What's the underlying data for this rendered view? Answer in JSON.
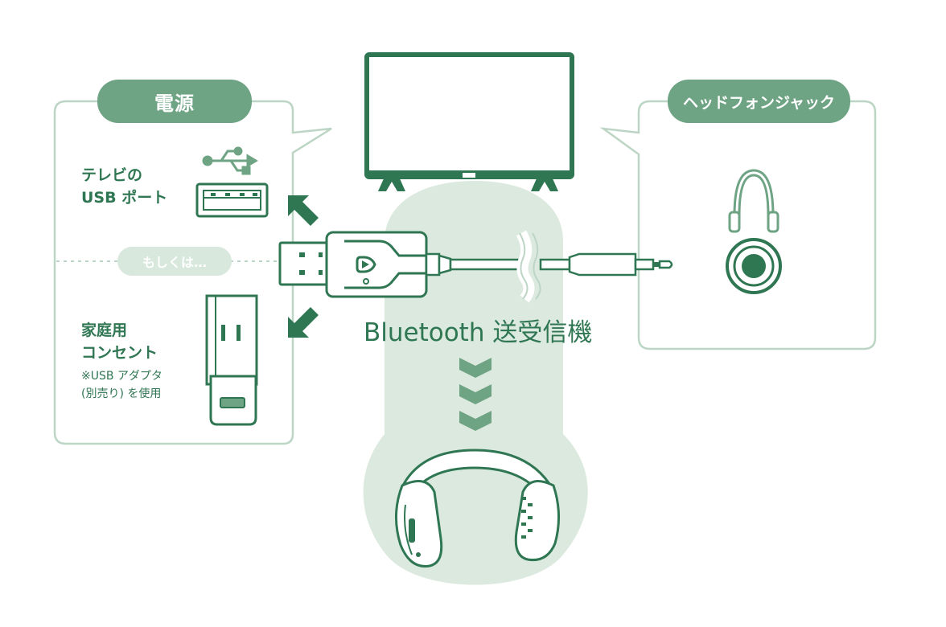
{
  "power": {
    "title": "電源",
    "usb_port_line1": "テレビの",
    "usb_port_line2": "USB ポート",
    "or_text": "もしくは…",
    "outlet_line1": "家庭用",
    "outlet_line2": "コンセント",
    "note_line1": "※USB アダプタ",
    "note_line2": "(別売り) を使用"
  },
  "headphone_jack": {
    "title": "ヘッドフォンジャック"
  },
  "transmitter": {
    "label": "Bluetooth 送受信機"
  },
  "colors": {
    "dark_green": "#2f7653",
    "mid_green": "#6ea384",
    "light_green": "#d8e8dd",
    "border_green": "#bdd5c5"
  },
  "icons": [
    "usb-symbol-icon",
    "usb-port-icon",
    "power-plug-icon",
    "tv-icon",
    "headphone-icon",
    "audio-jack-icon",
    "headset-icon",
    "arrow-icon",
    "chevron-down-icon"
  ]
}
